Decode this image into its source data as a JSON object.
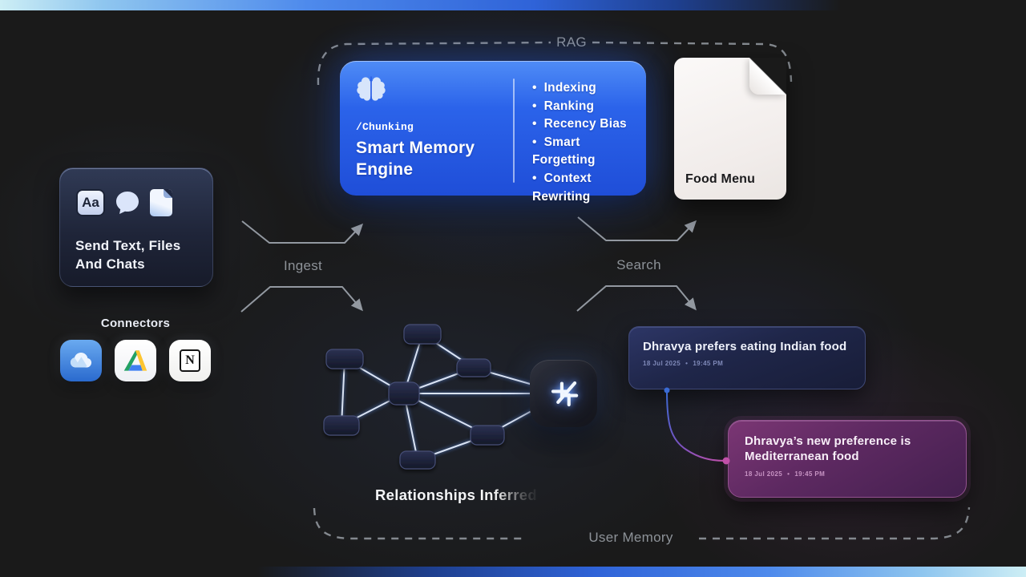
{
  "colors": {
    "background": "#1a1a1a",
    "accent_blue": "#2b63ea",
    "memory_card_blue": "#232b52",
    "memory_card_purple": "#5e2a60",
    "edge_glow_blue": "#bcd6ff",
    "label_gray": "#8d9298",
    "top_bar_gradient": [
      "#cdeef5",
      "#2f63d8",
      "#1a1a1a"
    ]
  },
  "rag": {
    "label": "RAG"
  },
  "smart_memory": {
    "icon": "brain-icon",
    "tag": "/Chunking",
    "title": "Smart Memory Engine",
    "features": [
      "Indexing",
      "Ranking",
      "Recency Bias",
      "Smart Forgetting",
      "Context Rewriting"
    ]
  },
  "document": {
    "icon": "document-file-icon",
    "label": "Food Menu"
  },
  "input_card": {
    "text_icon_label": "Aa",
    "icons": [
      "text-format-icon",
      "chat-bubble-icon",
      "file-icon"
    ],
    "title": "Send Text, Files And Chats"
  },
  "connectors": {
    "label": "Connectors",
    "notion_letter": "N",
    "items": [
      {
        "name": "OneDrive",
        "icon": "onedrive-icon"
      },
      {
        "name": "Google Drive",
        "icon": "google-drive-icon"
      },
      {
        "name": "Notion",
        "icon": "notion-icon"
      }
    ]
  },
  "flows": {
    "ingest": "Ingest",
    "search": "Search"
  },
  "graph": {
    "caption_head": "Relationships",
    "caption_tail": "Inferred",
    "logo_icon": "supermemory-logo-icon",
    "node_count": 7
  },
  "user_memory": {
    "label": "User Memory",
    "memories": [
      {
        "text": "Dhravya prefers eating Indian food",
        "date": "18 Jul 2025",
        "time": "19:45 PM"
      },
      {
        "text": "Dhravya’s new preference is Mediterranean food",
        "date": "18 Jul 2025",
        "time": "19:45 PM"
      }
    ]
  }
}
